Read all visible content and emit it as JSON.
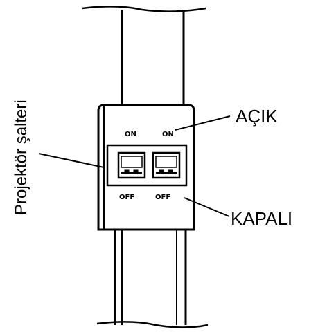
{
  "labels": {
    "vertical": "Projektör şalteri",
    "on_state": "AÇIK",
    "off_state": "KAPALI"
  },
  "switches": {
    "on_left": "ON",
    "on_right": "ON",
    "off_left": "OFF",
    "off_right": "OFF"
  },
  "colors": {
    "ink": "#000000",
    "background": "#ffffff"
  }
}
